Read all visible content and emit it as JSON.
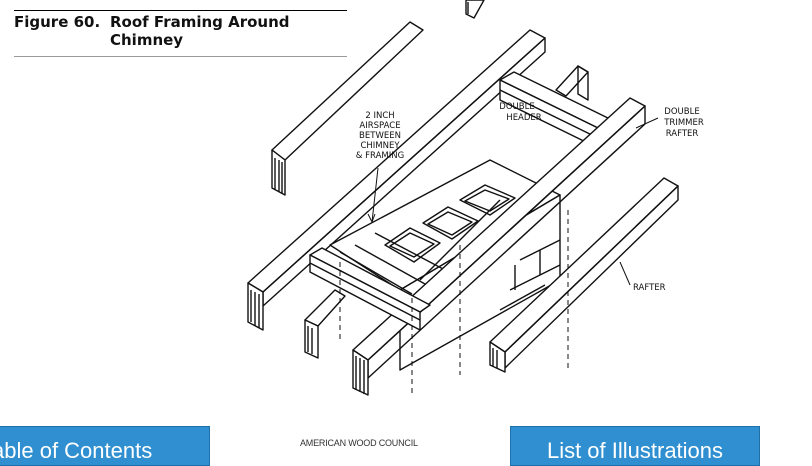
{
  "figure": {
    "number": "Figure 60.",
    "title_line1": "Roof Framing Around",
    "title_line2": "Chimney"
  },
  "labels": {
    "airspace": [
      "2 INCH",
      "AIRSPACE",
      "BETWEEN",
      "CHIMNEY",
      "& FRAMING"
    ],
    "double_header": [
      "DOUBLE",
      "HEADER"
    ],
    "double_trimmer": [
      "DOUBLE",
      "TRIMMER",
      "RAFTER"
    ],
    "rafter": "RAFTER"
  },
  "nav": {
    "toc_label": "Table of Contents",
    "loi_label": "List of Illustrations",
    "footer": "AMERICAN WOOD COUNCIL"
  },
  "colors": {
    "button": "#2f8fd0"
  }
}
